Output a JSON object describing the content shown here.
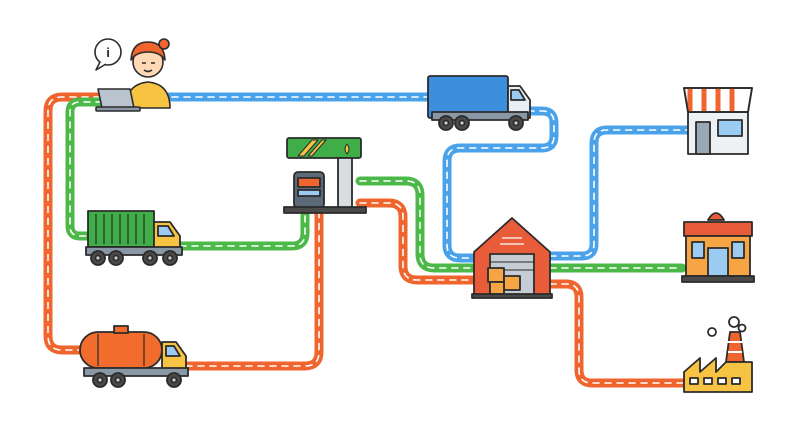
{
  "colors": {
    "blue_route": "#4aa3ea",
    "green_route": "#4cb848",
    "orange_route": "#f0652e",
    "dash": "#ffffff",
    "outline": "#2b2b2b",
    "truck_blue": "#3d8fdc",
    "truck_green": "#3fae49",
    "tanker_orange": "#f26d2d",
    "cab_yellow": "#f6c342",
    "warehouse_red": "#e85c3a",
    "box_orange": "#f7a544"
  },
  "nodes": [
    {
      "id": "operator",
      "icon": "person-laptop-icon"
    },
    {
      "id": "blue-truck",
      "icon": "box-truck-icon"
    },
    {
      "id": "green-truck",
      "icon": "container-truck-icon"
    },
    {
      "id": "tanker",
      "icon": "tanker-truck-icon"
    },
    {
      "id": "fuel-station",
      "icon": "fuel-station-icon"
    },
    {
      "id": "warehouse",
      "icon": "warehouse-icon"
    },
    {
      "id": "shop",
      "icon": "shop-icon"
    },
    {
      "id": "restaurant",
      "icon": "restaurant-icon"
    },
    {
      "id": "factory",
      "icon": "factory-icon"
    }
  ],
  "info_bubble": {
    "symbol": "i"
  }
}
